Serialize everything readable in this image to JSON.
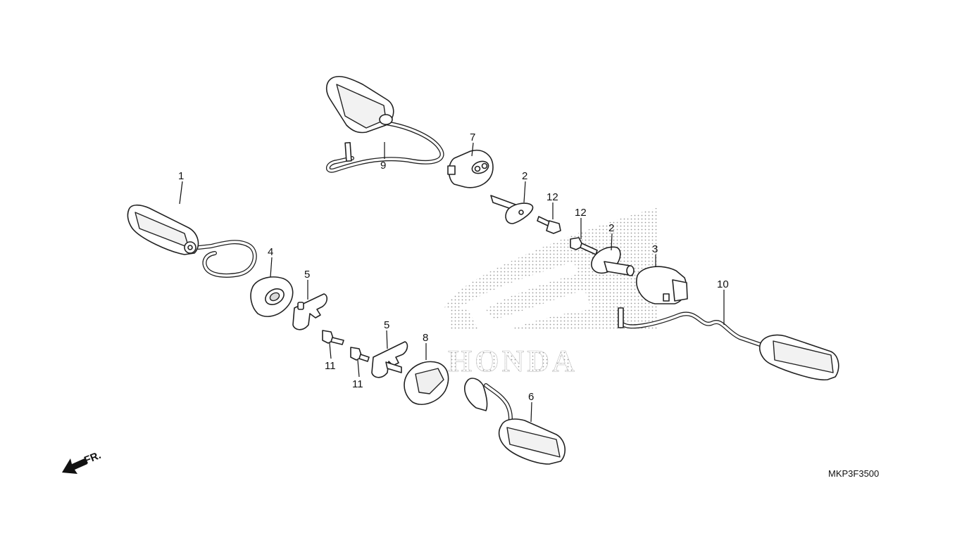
{
  "diagram_code": "MKP3F3500",
  "front_indicator": "FR.",
  "watermark": "HONDA",
  "callouts": {
    "c1": "1",
    "c2a": "2",
    "c2b": "2",
    "c3": "3",
    "c4": "4",
    "c5a": "5",
    "c5b": "5",
    "c6": "6",
    "c7": "7",
    "c8": "8",
    "c9": "9",
    "c10": "10",
    "c11a": "11",
    "c11b": "11",
    "c12a": "12",
    "c12b": "12"
  },
  "colors": {
    "line": "#222222",
    "background": "#ffffff",
    "watermark_dots": "#9a9a9a"
  }
}
